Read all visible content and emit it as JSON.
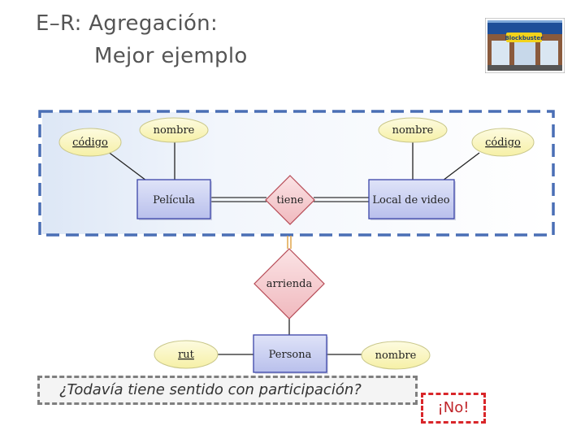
{
  "slide": {
    "title_line1": "E–R: Agregación:",
    "title_line2": "Mejor ejemplo",
    "question": "¿Todavía tiene sentido con participación?",
    "answer": "¡No!"
  },
  "diagram": {
    "entities": {
      "pelicula": "Película",
      "local": "Local de video",
      "persona": "Persona"
    },
    "relationships": {
      "tiene": "tiene",
      "arrienda": "arrienda"
    },
    "attributes": {
      "codigo_left": "código",
      "nombre_left": "nombre",
      "nombre_right": "nombre",
      "codigo_right": "código",
      "rut": "rut",
      "nombre_persona": "nombre"
    },
    "colors": {
      "aggregation_border": "#4a6fb5",
      "entity_fill": "#c7cdf0",
      "relationship_fill": "#f4c9cc",
      "attribute_fill": "#fbf7c2",
      "answer_border": "#d9262a"
    }
  },
  "photo": {
    "icon": "video-store-photo-icon",
    "sign_text": "Blockbuster"
  }
}
